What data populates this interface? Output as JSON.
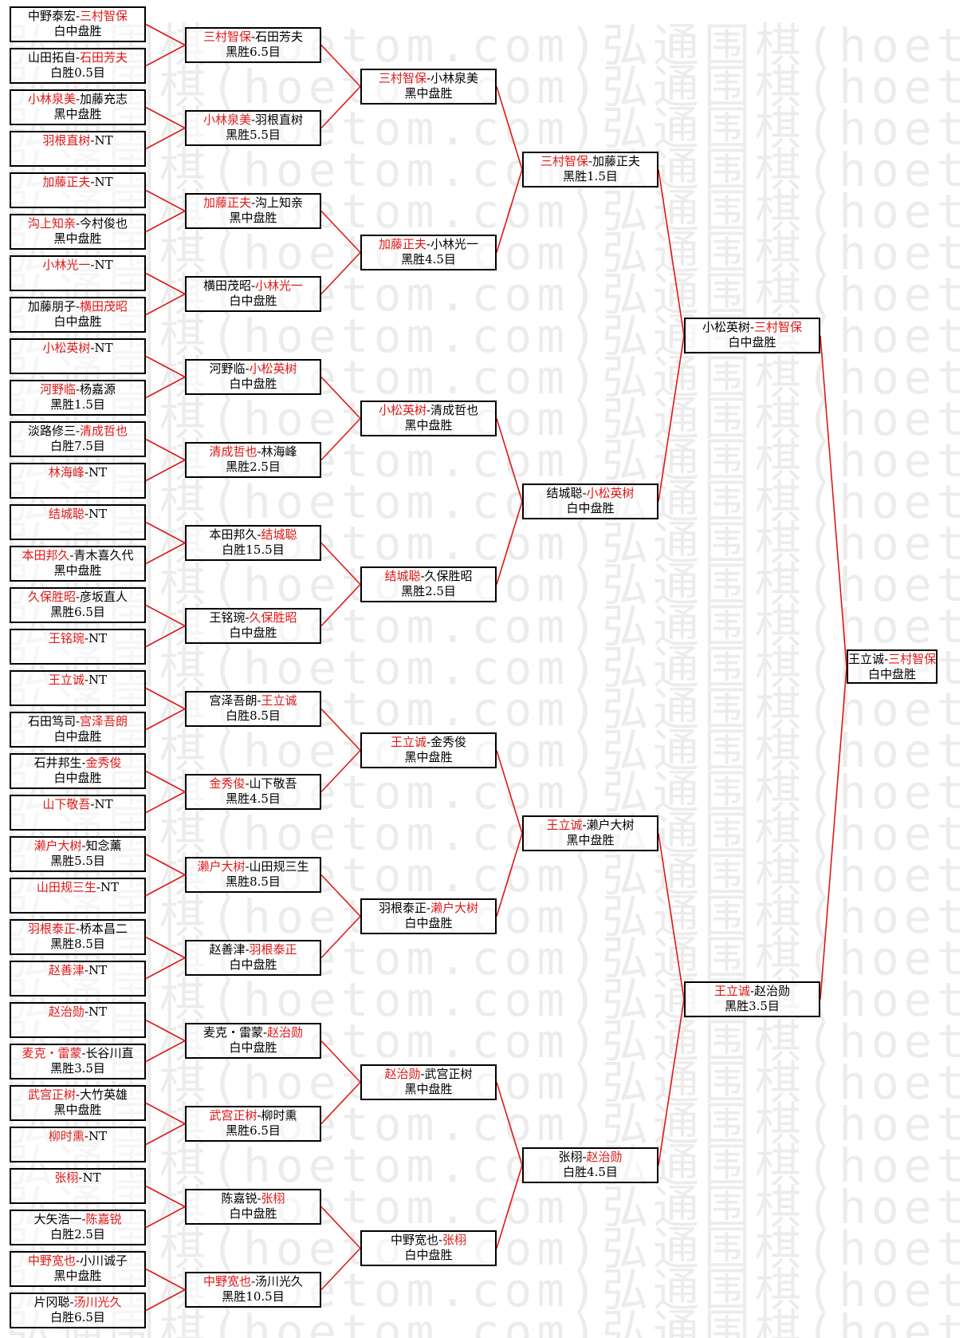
{
  "watermark": "弘通围棋(hoetom.com)",
  "colors": {
    "winner": "#e01818",
    "line": "#e01818",
    "text": "#000000"
  },
  "rounds": [
    [
      {
        "players": [
          {
            "name": "中野泰宏",
            "winner": false
          },
          {
            "name": "三村智保",
            "winner": true
          }
        ],
        "result": "白中盘胜"
      },
      {
        "players": [
          {
            "name": "山田拓自",
            "winner": false
          },
          {
            "name": "石田芳夫",
            "winner": true
          }
        ],
        "result": "白胜0.5目"
      },
      {
        "players": [
          {
            "name": "小林泉美",
            "winner": true
          },
          {
            "name": "加藤充志",
            "winner": false
          }
        ],
        "result": "黑中盘胜"
      },
      {
        "players": [
          {
            "name": "羽根直树",
            "winner": true
          },
          {
            "name": "NT",
            "winner": false
          }
        ],
        "result": ""
      },
      {
        "players": [
          {
            "name": "加藤正夫",
            "winner": true
          },
          {
            "name": "NT",
            "winner": false
          }
        ],
        "result": ""
      },
      {
        "players": [
          {
            "name": "沟上知亲",
            "winner": true
          },
          {
            "name": "今村俊也",
            "winner": false
          }
        ],
        "result": "黑中盘胜"
      },
      {
        "players": [
          {
            "name": "小林光一",
            "winner": true
          },
          {
            "name": "NT",
            "winner": false
          }
        ],
        "result": ""
      },
      {
        "players": [
          {
            "name": "加藤朋子",
            "winner": false
          },
          {
            "name": "横田茂昭",
            "winner": true
          }
        ],
        "result": "白中盘胜"
      },
      {
        "players": [
          {
            "name": "小松英树",
            "winner": true
          },
          {
            "name": "NT",
            "winner": false
          }
        ],
        "result": ""
      },
      {
        "players": [
          {
            "name": "河野临",
            "winner": true
          },
          {
            "name": "杨嘉源",
            "winner": false
          }
        ],
        "result": "黑胜1.5目"
      },
      {
        "players": [
          {
            "name": "淡路修三",
            "winner": false
          },
          {
            "name": "清成哲也",
            "winner": true
          }
        ],
        "result": "白胜7.5目"
      },
      {
        "players": [
          {
            "name": "林海峰",
            "winner": true
          },
          {
            "name": "NT",
            "winner": false
          }
        ],
        "result": ""
      },
      {
        "players": [
          {
            "name": "结城聪",
            "winner": true
          },
          {
            "name": "NT",
            "winner": false
          }
        ],
        "result": ""
      },
      {
        "players": [
          {
            "name": "本田邦久",
            "winner": true
          },
          {
            "name": "青木喜久代",
            "winner": false
          }
        ],
        "result": "黑中盘胜"
      },
      {
        "players": [
          {
            "name": "久保胜昭",
            "winner": true
          },
          {
            "name": "彦坂直人",
            "winner": false
          }
        ],
        "result": "黑胜6.5目"
      },
      {
        "players": [
          {
            "name": "王铭琬",
            "winner": true
          },
          {
            "name": "NT",
            "winner": false
          }
        ],
        "result": ""
      },
      {
        "players": [
          {
            "name": "王立诚",
            "winner": true
          },
          {
            "name": "NT",
            "winner": false
          }
        ],
        "result": ""
      },
      {
        "players": [
          {
            "name": "石田笃司",
            "winner": false
          },
          {
            "name": "宫泽吾朗",
            "winner": true
          }
        ],
        "result": "白中盘胜"
      },
      {
        "players": [
          {
            "name": "石井邦生",
            "winner": false
          },
          {
            "name": "金秀俊",
            "winner": true
          }
        ],
        "result": "白中盘胜"
      },
      {
        "players": [
          {
            "name": "山下敬吾",
            "winner": true
          },
          {
            "name": "NT",
            "winner": false
          }
        ],
        "result": ""
      },
      {
        "players": [
          {
            "name": "濑户大树",
            "winner": true
          },
          {
            "name": "知念薰",
            "winner": false
          }
        ],
        "result": "黑胜5.5目"
      },
      {
        "players": [
          {
            "name": "山田规三生",
            "winner": true
          },
          {
            "name": "NT",
            "winner": false
          }
        ],
        "result": ""
      },
      {
        "players": [
          {
            "name": "羽根泰正",
            "winner": true
          },
          {
            "name": "桥本昌二",
            "winner": false
          }
        ],
        "result": "黑胜8.5目"
      },
      {
        "players": [
          {
            "name": "赵善津",
            "winner": true
          },
          {
            "name": "NT",
            "winner": false
          }
        ],
        "result": ""
      },
      {
        "players": [
          {
            "name": "赵治勋",
            "winner": true
          },
          {
            "name": "NT",
            "winner": false
          }
        ],
        "result": ""
      },
      {
        "players": [
          {
            "name": "麦克・雷蒙",
            "winner": true
          },
          {
            "name": "长谷川直",
            "winner": false
          }
        ],
        "result": "黑胜3.5目"
      },
      {
        "players": [
          {
            "name": "武宫正树",
            "winner": true
          },
          {
            "name": "大竹英雄",
            "winner": false
          }
        ],
        "result": "黑中盘胜"
      },
      {
        "players": [
          {
            "name": "柳时熏",
            "winner": true
          },
          {
            "name": "NT",
            "winner": false
          }
        ],
        "result": ""
      },
      {
        "players": [
          {
            "name": "张栩",
            "winner": true
          },
          {
            "name": "NT",
            "winner": false
          }
        ],
        "result": ""
      },
      {
        "players": [
          {
            "name": "大矢浩一",
            "winner": false
          },
          {
            "name": "陈嘉锐",
            "winner": true
          }
        ],
        "result": "白胜2.5目"
      },
      {
        "players": [
          {
            "name": "中野宽也",
            "winner": true
          },
          {
            "name": "小川诚子",
            "winner": false
          }
        ],
        "result": "黑中盘胜"
      },
      {
        "players": [
          {
            "name": "片冈聪",
            "winner": false
          },
          {
            "name": "汤川光久",
            "winner": true
          }
        ],
        "result": "白胜6.5目"
      }
    ],
    [
      {
        "players": [
          {
            "name": "三村智保",
            "winner": true
          },
          {
            "name": "石田芳夫",
            "winner": false
          }
        ],
        "result": "黑胜6.5目"
      },
      {
        "players": [
          {
            "name": "小林泉美",
            "winner": true
          },
          {
            "name": "羽根直树",
            "winner": false
          }
        ],
        "result": "黑胜5.5目"
      },
      {
        "players": [
          {
            "name": "加藤正夫",
            "winner": true
          },
          {
            "name": "沟上知亲",
            "winner": false
          }
        ],
        "result": "黑中盘胜"
      },
      {
        "players": [
          {
            "name": "横田茂昭",
            "winner": false
          },
          {
            "name": "小林光一",
            "winner": true
          }
        ],
        "result": "白中盘胜"
      },
      {
        "players": [
          {
            "name": "河野临",
            "winner": false
          },
          {
            "name": "小松英树",
            "winner": true
          }
        ],
        "result": "白中盘胜"
      },
      {
        "players": [
          {
            "name": "清成哲也",
            "winner": true
          },
          {
            "name": "林海峰",
            "winner": false
          }
        ],
        "result": "黑胜2.5目"
      },
      {
        "players": [
          {
            "name": "本田邦久",
            "winner": false
          },
          {
            "name": "结城聪",
            "winner": true
          }
        ],
        "result": "白胜15.5目"
      },
      {
        "players": [
          {
            "name": "王铭琬",
            "winner": false
          },
          {
            "name": "久保胜昭",
            "winner": true
          }
        ],
        "result": "白中盘胜"
      },
      {
        "players": [
          {
            "name": "宫泽吾朗",
            "winner": false
          },
          {
            "name": "王立诚",
            "winner": true
          }
        ],
        "result": "白胜8.5目"
      },
      {
        "players": [
          {
            "name": "金秀俊",
            "winner": true
          },
          {
            "name": "山下敬吾",
            "winner": false
          }
        ],
        "result": "黑胜4.5目"
      },
      {
        "players": [
          {
            "name": "濑户大树",
            "winner": true
          },
          {
            "name": "山田规三生",
            "winner": false
          }
        ],
        "result": "黑胜8.5目"
      },
      {
        "players": [
          {
            "name": "赵善津",
            "winner": false
          },
          {
            "name": "羽根泰正",
            "winner": true
          }
        ],
        "result": "白中盘胜"
      },
      {
        "players": [
          {
            "name": "麦克・雷蒙",
            "winner": false
          },
          {
            "name": "赵治勋",
            "winner": true
          }
        ],
        "result": "白中盘胜"
      },
      {
        "players": [
          {
            "name": "武宫正树",
            "winner": true
          },
          {
            "name": "柳时熏",
            "winner": false
          }
        ],
        "result": "黑胜6.5目"
      },
      {
        "players": [
          {
            "name": "陈嘉锐",
            "winner": false
          },
          {
            "name": "张栩",
            "winner": true
          }
        ],
        "result": "白中盘胜"
      },
      {
        "players": [
          {
            "name": "中野宽也",
            "winner": true
          },
          {
            "name": "汤川光久",
            "winner": false
          }
        ],
        "result": "黑胜10.5目"
      }
    ],
    [
      {
        "players": [
          {
            "name": "三村智保",
            "winner": true
          },
          {
            "name": "小林泉美",
            "winner": false
          }
        ],
        "result": "黑中盘胜"
      },
      {
        "players": [
          {
            "name": "加藤正夫",
            "winner": true
          },
          {
            "name": "小林光一",
            "winner": false
          }
        ],
        "result": "黑胜4.5目"
      },
      {
        "players": [
          {
            "name": "小松英树",
            "winner": true
          },
          {
            "name": "清成哲也",
            "winner": false
          }
        ],
        "result": "黑中盘胜"
      },
      {
        "players": [
          {
            "name": "结城聪",
            "winner": true
          },
          {
            "name": "久保胜昭",
            "winner": false
          }
        ],
        "result": "黑胜2.5目"
      },
      {
        "players": [
          {
            "name": "王立诚",
            "winner": true
          },
          {
            "name": "金秀俊",
            "winner": false
          }
        ],
        "result": "黑中盘胜"
      },
      {
        "players": [
          {
            "name": "羽根泰正",
            "winner": false
          },
          {
            "name": "濑户大树",
            "winner": true
          }
        ],
        "result": "白中盘胜"
      },
      {
        "players": [
          {
            "name": "赵治勋",
            "winner": true
          },
          {
            "name": "武宫正树",
            "winner": false
          }
        ],
        "result": "黑中盘胜"
      },
      {
        "players": [
          {
            "name": "中野宽也",
            "winner": false
          },
          {
            "name": "张栩",
            "winner": true
          }
        ],
        "result": "白中盘胜"
      }
    ],
    [
      {
        "players": [
          {
            "name": "三村智保",
            "winner": true
          },
          {
            "name": "加藤正夫",
            "winner": false
          }
        ],
        "result": "黑胜1.5目"
      },
      {
        "players": [
          {
            "name": "结城聪",
            "winner": false
          },
          {
            "name": "小松英树",
            "winner": true
          }
        ],
        "result": "白中盘胜"
      },
      {
        "players": [
          {
            "name": "王立诚",
            "winner": true
          },
          {
            "name": "濑户大树",
            "winner": false
          }
        ],
        "result": "黑中盘胜"
      },
      {
        "players": [
          {
            "name": "张栩",
            "winner": false
          },
          {
            "name": "赵治勋",
            "winner": true
          }
        ],
        "result": "白胜4.5目"
      }
    ],
    [
      {
        "players": [
          {
            "name": "小松英树",
            "winner": false
          },
          {
            "name": "三村智保",
            "winner": true
          }
        ],
        "result": "白中盘胜"
      },
      {
        "players": [
          {
            "name": "王立诚",
            "winner": true
          },
          {
            "name": "赵治勋",
            "winner": false
          }
        ],
        "result": "黑胜3.5目"
      }
    ],
    [
      {
        "players": [
          {
            "name": "王立诚",
            "winner": false
          },
          {
            "name": "三村智保",
            "winner": true
          }
        ],
        "result": "白中盘胜"
      }
    ]
  ]
}
